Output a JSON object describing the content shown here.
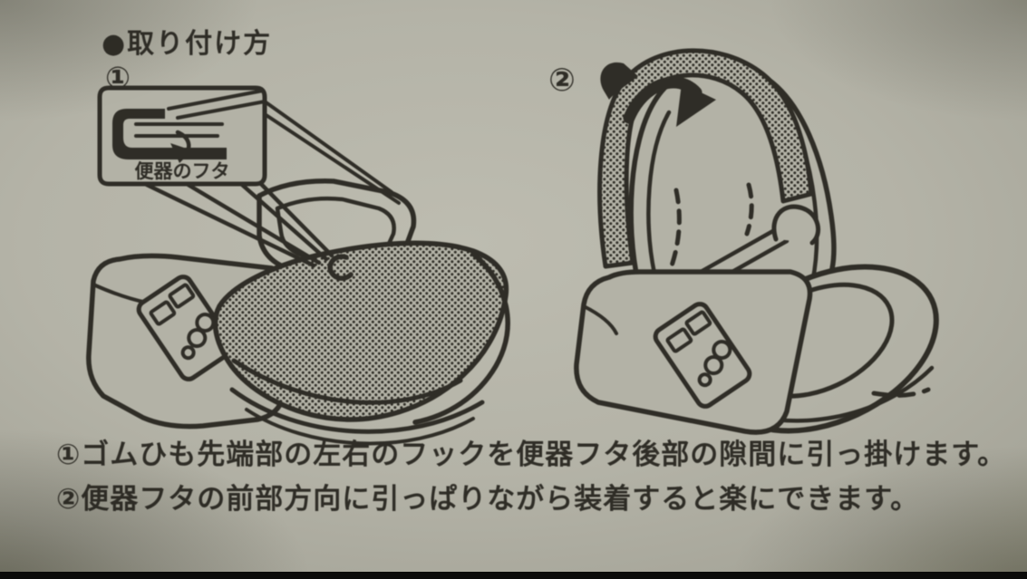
{
  "photo": {
    "paper_color": "#b3b2a6",
    "ink_color": "#27251f",
    "bottom_edge_color": "#0b0b0a"
  },
  "title": "●取り付け方",
  "steps": [
    {
      "marker": "①",
      "callout_label": "便器のフタ",
      "description": "①ゴムひも先端部の左右のフックを便器フタ後部の隙間に引っ掛けます。"
    },
    {
      "marker": "②",
      "description": "②便器フタの前部方向に引っぱりながら装着すると楽にできます。"
    }
  ]
}
